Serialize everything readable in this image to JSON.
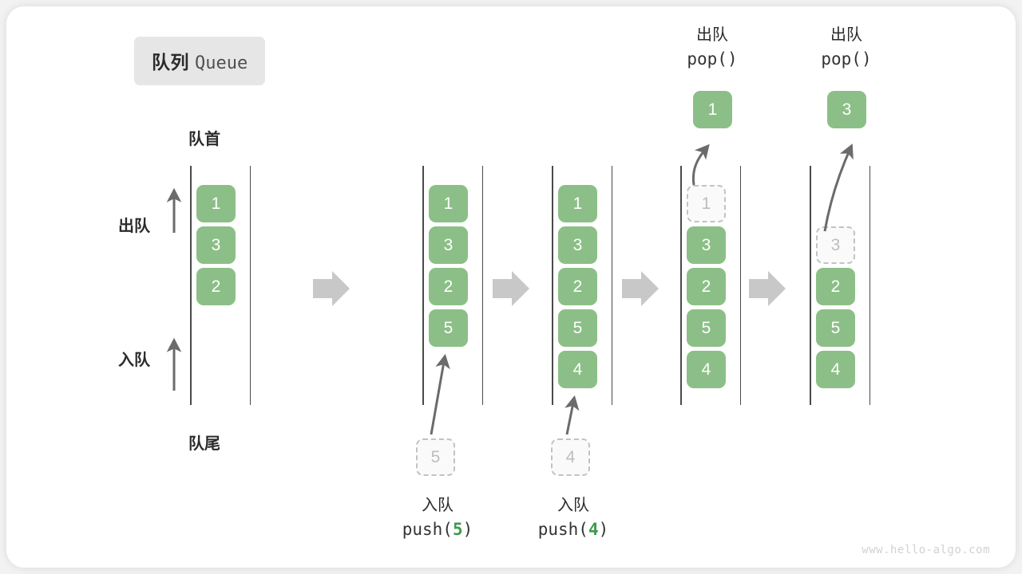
{
  "title": {
    "cn": "队列",
    "en": "Queue"
  },
  "captions": {
    "head": "队首",
    "tail": "队尾"
  },
  "side_labels": {
    "dequeue": "出队",
    "enqueue": "入队"
  },
  "watermark": "www.hello-algo.com",
  "colors": {
    "element": "#8cbf87",
    "ghost_border": "#c2c2c2",
    "ghost_text": "#bdbdbd",
    "rail": "#4a4a4a",
    "arrow": "#6b6b6b",
    "separator": "#c8c8c8",
    "badge_bg": "#e6e6e6",
    "code_arg": "#3f9a4f",
    "card_bg": "#ffffff",
    "page_bg": "#f2f2f2"
  },
  "columns": [
    {
      "id": "initial",
      "cells": [
        "1",
        "3",
        "2"
      ],
      "ghost_top": null,
      "floating": null,
      "op_cn": null,
      "op_code": null,
      "op_arg": null
    },
    {
      "id": "after-push-5",
      "cells": [
        "1",
        "3",
        "2",
        "5"
      ],
      "ghost_top": null,
      "floating": {
        "value": "5",
        "position": "below",
        "kind": "ghost"
      },
      "op_cn": "入队",
      "op_code_prefix": "push(",
      "op_arg": "5",
      "op_code_suffix": ")"
    },
    {
      "id": "after-push-4",
      "cells": [
        "1",
        "3",
        "2",
        "5",
        "4"
      ],
      "ghost_top": null,
      "floating": {
        "value": "4",
        "position": "below",
        "kind": "ghost"
      },
      "op_cn": "入队",
      "op_code_prefix": "push(",
      "op_arg": "4",
      "op_code_suffix": ")"
    },
    {
      "id": "after-pop-1",
      "cells": [
        "3",
        "2",
        "5",
        "4"
      ],
      "ghost_top": "1",
      "floating": {
        "value": "1",
        "position": "above",
        "kind": "solid"
      },
      "op_cn": "出队",
      "op_code_prefix": "pop(",
      "op_arg": "",
      "op_code_suffix": ")"
    },
    {
      "id": "after-pop-3",
      "cells": [
        "2",
        "5",
        "4"
      ],
      "ghost_top": "3",
      "floating": {
        "value": "3",
        "position": "above",
        "kind": "solid"
      },
      "op_cn": "出队",
      "op_code_prefix": "pop(",
      "op_arg": "",
      "op_code_suffix": ")"
    }
  ],
  "separators": [
    "arrow-right",
    "arrow-right",
    "arrow-right",
    "arrow-right"
  ]
}
